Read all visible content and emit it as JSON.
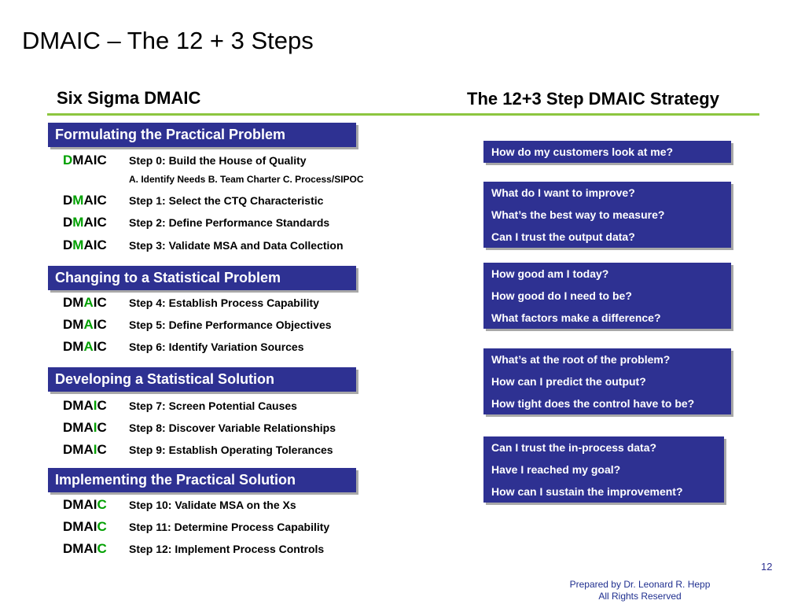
{
  "slide": {
    "title": "DMAIC – The 12 + 3 Steps",
    "left_heading": "Six Sigma DMAIC",
    "right_heading": "The 12+3 Step DMAIC Strategy",
    "page_number": "12",
    "footer_line1": "Prepared by Dr. Leonard R. Hepp",
    "footer_line2": "All Rights Reserved"
  },
  "colors": {
    "phase_bg": "#2e3192",
    "highlight": "#00a000",
    "rule": "#8cc63f"
  },
  "phases": [
    {
      "title": "Formulating the Practical Problem",
      "steps": [
        {
          "letters": [
            "D",
            "M",
            "A",
            "I",
            "C"
          ],
          "highlight": 0,
          "label": "Step 0: Build the House of Quality",
          "subitems": "A. Identify Needs   B. Team Charter  C. Process/SIPOC"
        },
        {
          "letters": [
            "D",
            "M",
            "A",
            "I",
            "C"
          ],
          "highlight": 1,
          "label": "Step 1: Select the CTQ Characteristic"
        },
        {
          "letters": [
            "D",
            "M",
            "A",
            "I",
            "C"
          ],
          "highlight": 1,
          "label": "Step 2: Define Performance Standards"
        },
        {
          "letters": [
            "D",
            "M",
            "A",
            "I",
            "C"
          ],
          "highlight": 1,
          "label": "Step 3: Validate MSA and Data Collection"
        }
      ]
    },
    {
      "title": "Changing to a Statistical Problem",
      "steps": [
        {
          "letters": [
            "D",
            "M",
            "A",
            "I",
            "C"
          ],
          "highlight": 2,
          "label": "Step 4: Establish Process Capability"
        },
        {
          "letters": [
            "D",
            "M",
            "A",
            "I",
            "C"
          ],
          "highlight": 2,
          "label": "Step 5: Define Performance Objectives"
        },
        {
          "letters": [
            "D",
            "M",
            "A",
            "I",
            "C"
          ],
          "highlight": 2,
          "label": "Step 6: Identify Variation Sources"
        }
      ]
    },
    {
      "title": "Developing a Statistical Solution",
      "steps": [
        {
          "letters": [
            "D",
            "M",
            "A",
            "I",
            "C"
          ],
          "highlight": 3,
          "label": "Step 7: Screen Potential Causes"
        },
        {
          "letters": [
            "D",
            "M",
            "A",
            "I",
            "C"
          ],
          "highlight": 3,
          "label": "Step 8: Discover Variable Relationships"
        },
        {
          "letters": [
            "D",
            "M",
            "A",
            "I",
            "C"
          ],
          "highlight": 3,
          "label": "Step 9: Establish Operating Tolerances"
        }
      ]
    },
    {
      "title": "Implementing the Practical Solution",
      "steps": [
        {
          "letters": [
            "D",
            "M",
            "A",
            "I",
            "C"
          ],
          "highlight": 4,
          "label": "Step 10: Validate MSA on the Xs"
        },
        {
          "letters": [
            "D",
            "M",
            "A",
            "I",
            "C"
          ],
          "highlight": 4,
          "label": "Step 11: Determine Process Capability"
        },
        {
          "letters": [
            "D",
            "M",
            "A",
            "I",
            "C"
          ],
          "highlight": 4,
          "label": "Step 12: Implement Process Controls"
        }
      ]
    }
  ],
  "question_boxes": [
    [
      "How do my customers look at me?"
    ],
    [
      "What do I want to improve?",
      "What’s the best way to measure?",
      "Can I trust the output data?"
    ],
    [
      "How good am I today?",
      "How good do I need to be?",
      "What factors make a difference?"
    ],
    [
      "What’s at the root of the problem?",
      "How can I predict the output?",
      "How tight does the control have to be?"
    ],
    [
      "Can I trust the in-process data?",
      "Have I reached my goal?",
      "How can I sustain the improvement?"
    ]
  ]
}
